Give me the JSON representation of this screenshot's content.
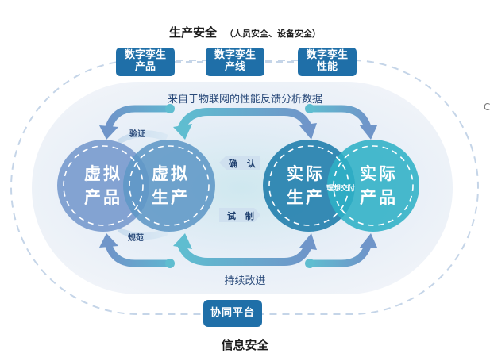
{
  "top": {
    "title": "生产安全",
    "subtitle": "（人员安全、设备安全）"
  },
  "digital_twins": [
    {
      "line1": "数字孪生",
      "line2": "产品"
    },
    {
      "line1": "数字孪生",
      "line2": "产线"
    },
    {
      "line1": "数字孪生",
      "line2": "性能"
    }
  ],
  "feedback_label": "来自于物联网的性能反馈分析数据",
  "circles": [
    {
      "line1": "虚拟",
      "line2": "产品",
      "color": "#7d9ed0"
    },
    {
      "line1": "虚拟",
      "line2": "生产",
      "color": "#5f97c6"
    },
    {
      "line1": "实际",
      "line2": "生产",
      "color": "#2b85b0"
    },
    {
      "line1": "实际",
      "line2": "产品",
      "color": "#2fb1c6"
    }
  ],
  "connectors": {
    "verify": "验证",
    "standardize": "规范",
    "confirm": "确 认",
    "trial": "试 制",
    "ideal_delivery": "理想交付"
  },
  "improve_label": "持续改进",
  "collab_platform": "协同平台",
  "bottom": {
    "title": "信息安全"
  },
  "edge_glyph": "C",
  "colors": {
    "primary_blue": "#1f6fa8",
    "arrow_blue": "#6f9bcf",
    "arrow_teal": "#5bbdd0",
    "dash": "#c5d5e8"
  }
}
